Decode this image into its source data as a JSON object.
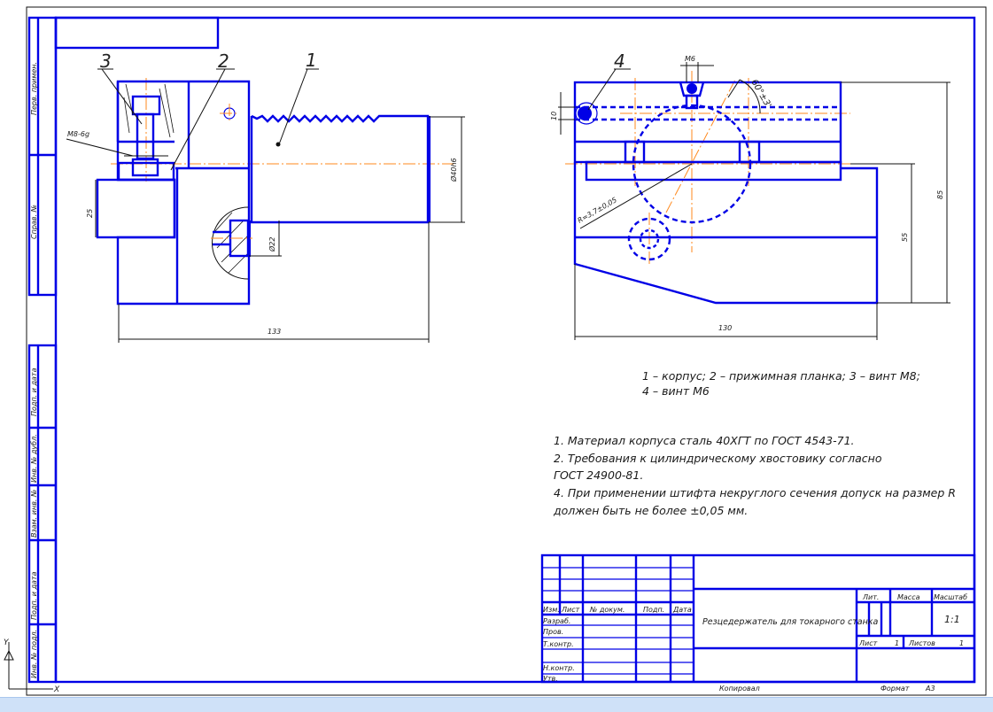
{
  "drawing": {
    "leaders": [
      "1",
      "2",
      "3",
      "4"
    ],
    "left_view": {
      "thread_label": "M8-6g",
      "dim_length": "133",
      "dim_shank": "Ø40h6",
      "dim_slot": "25",
      "dim_bolt": "Ø22"
    },
    "right_view": {
      "dim_length": "130",
      "dim_thread": "M6",
      "dim_hole": "10",
      "dim_angle": "60°±3'",
      "dim_radius": "R=3,7±0,05",
      "dim_height_total": "85",
      "dim_height_base": "55"
    },
    "parts_legend": [
      "1 – корпус; 2 – прижимная планка; 3 – винт М8;",
      "4 – винт М6"
    ],
    "notes": [
      "1. Материал корпуса сталь 40ХГТ по ГОСТ 4543-71.",
      "2. Требования к цилиндрическому хвостовику согласно",
      "ГОСТ 24900-81.",
      "4. При применении штифта некруглого сечения допуск на размер R",
      "должен быть не более ±0,05 мм."
    ]
  },
  "side_strip": {
    "labels": [
      "Перв. примен.",
      "Справ. №",
      "Подп. и дата",
      "Инв. № дубл.",
      "Взам. инв. №",
      "Подп. и дата",
      "Инв. № подл."
    ]
  },
  "title_block": {
    "columns": [
      "Изм.",
      "Лист",
      "№ докум.",
      "Подп.",
      "Дата"
    ],
    "roles": [
      "Разраб.",
      "Пров.",
      "Т.контр.",
      "Н.контр.",
      "Утв."
    ],
    "title": "Резцедержатель для токарного станка",
    "lit_label": "Лит.",
    "mass_label": "Масса",
    "scale_label": "Масштаб",
    "scale_value": "1:1",
    "sheet_label": "Лист",
    "sheet_value": "1",
    "sheets_label": "Листов",
    "sheets_value": "1",
    "copied": "Копировал",
    "format_label": "Формат",
    "format_value": "A3"
  },
  "axes": {
    "x": "X",
    "y": "Y"
  },
  "colors": {
    "line": "#0000e6",
    "axis": "#ff8a1e",
    "status_bar": "#cfe1f8"
  }
}
